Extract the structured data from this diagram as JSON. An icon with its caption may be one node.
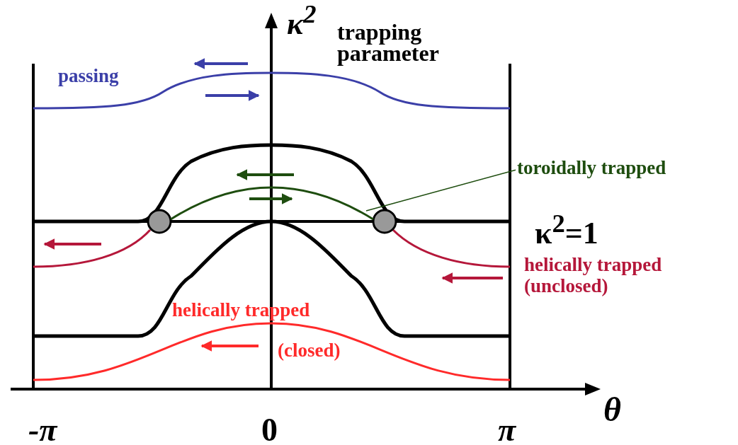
{
  "diagram": {
    "nodes": [
      {
        "text": [
          "toroidally trapped"
        ]
      },
      {
        "text": [],
        "shape": "line"
      }
    ],
    "edges": [
      {
        "from": 0,
        "to": 1,
        "arrow": "none"
      }
    ],
    "labels": [
      "κ$^{2}$",
      "trapping parameter",
      "passing",
      "κ$^{2}$=1",
      "helically trapped (unclosed)",
      "helically trapped",
      "(closed)",
      "θ",
      "-π",
      "0",
      "π"
    ]
  }
}
